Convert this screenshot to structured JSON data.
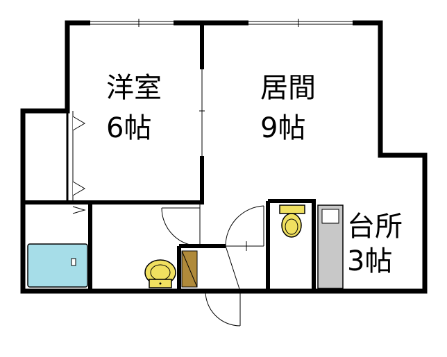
{
  "rooms": {
    "western_room": {
      "name": "洋室",
      "size": "6帖"
    },
    "living_room": {
      "name": "居間",
      "size": "9帖"
    },
    "kitchen": {
      "name": "台所",
      "size": "3帖"
    }
  },
  "colors": {
    "wall": "#000000",
    "bathtub": "#a6dde8",
    "toilet": "#f0e060",
    "kitchen_counter": "#c8c8c8",
    "storage": "#b08a3a"
  }
}
